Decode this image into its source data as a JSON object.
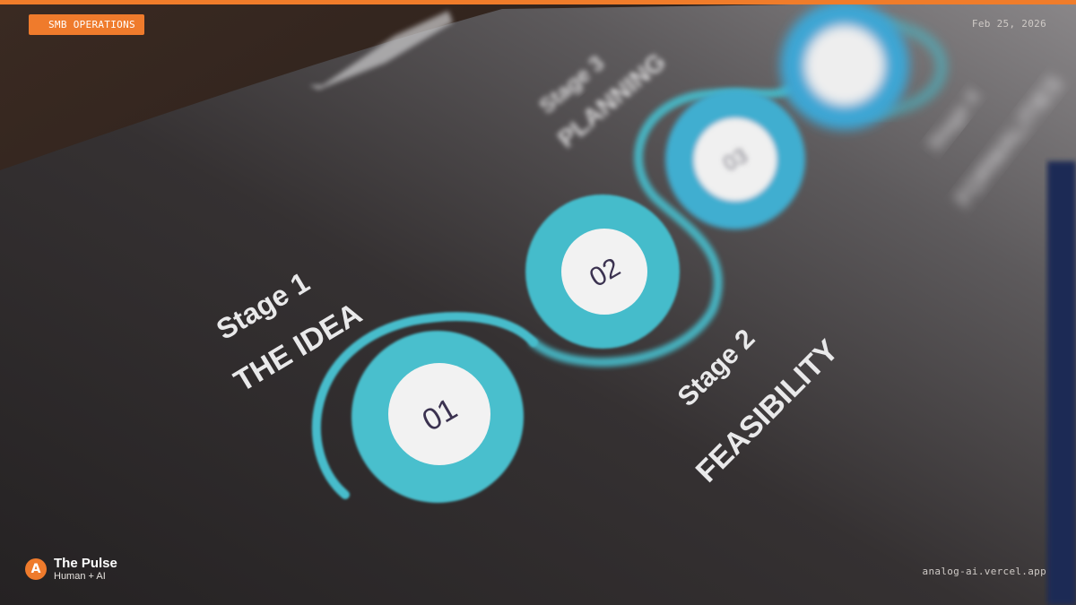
{
  "header": {
    "badge": "SMB OPERATIONS",
    "date": "Feb 25, 2026"
  },
  "footer": {
    "brand_initial": "A",
    "brand_title": "The Pulse",
    "brand_subtitle": "Human + AI",
    "url": "analog-ai.vercel.app"
  },
  "photo": {
    "stage1_label": "Stage 1",
    "stage1_title": "THE IDEA",
    "stage1_number": "01",
    "stage2_label": "Stage 2",
    "stage2_title": "FEASIBILITY",
    "stage2_number": "02",
    "stage3_number": "03",
    "stage3_label": "Stage 3",
    "stage3_title": "PLANNING",
    "stage4_label": "Stage 4",
    "stage4_title": "FORMALITIES"
  },
  "colors": {
    "accent": "#ef7b2c",
    "teal": "#3fb8c8",
    "paper": "#332f30"
  }
}
